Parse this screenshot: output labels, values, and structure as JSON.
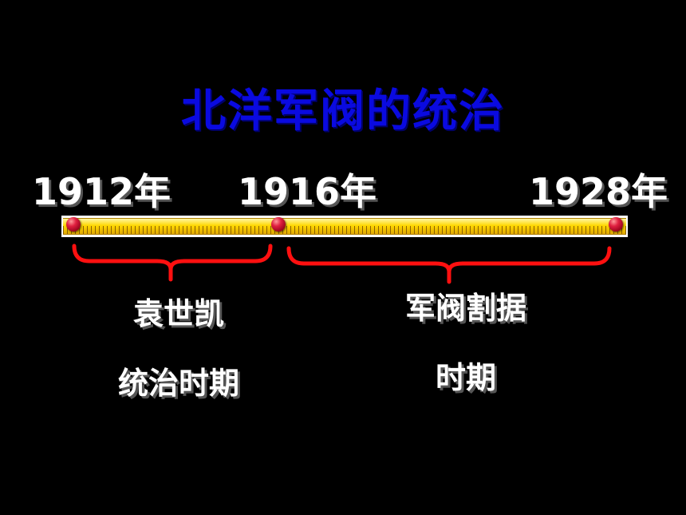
{
  "title": "北洋军阀的统治",
  "timeline": {
    "years": [
      "1912年",
      "1916年",
      "1928年"
    ]
  },
  "periods": [
    {
      "line1": "袁世凯",
      "line2": "统治时期"
    },
    {
      "line1": "军阀割据",
      "line2": "时期"
    }
  ],
  "colors": {
    "background": "#000000",
    "title": "#0a0ae0",
    "brace": "#ff1010",
    "ruler": "#f5d000",
    "marker": "#e02040",
    "text": "#ffffff"
  }
}
